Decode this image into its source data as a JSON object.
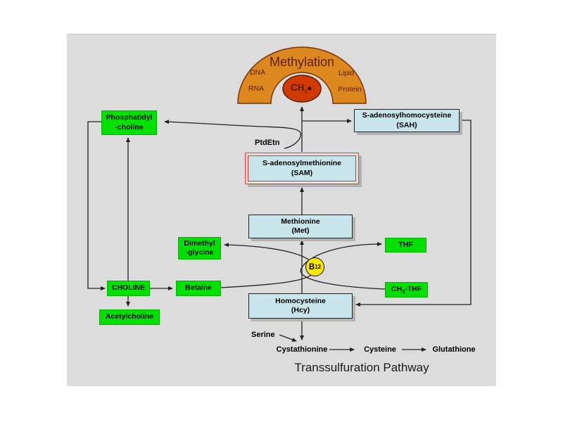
{
  "arch": {
    "title": "Methylation",
    "left_top": "DNA",
    "left_bottom": "RNA",
    "right_top": "Lipid",
    "right_bottom": "Protein"
  },
  "ch3_ellipse": {
    "pre": "CH",
    "sub": "3",
    "dot": "●"
  },
  "boxes": {
    "phosphatidylcholine": {
      "line1": "Phosphatidyl",
      "line2": "-choline"
    },
    "sah": {
      "line1": "S-adenosylhomocysteine",
      "line2": "(SAH)"
    },
    "sam": {
      "line1": "S-adenosylmethionine",
      "line2": "(SAM)"
    },
    "methionine": {
      "line1": "Methionine",
      "line2": "(Met)"
    },
    "homocysteine": {
      "line1": "Homocysteine",
      "line2": "(Hcy)"
    },
    "dimethylglycine": {
      "line1": "Dimethyl",
      "line2": "-glycine"
    },
    "betaine": {
      "label": "Betaine"
    },
    "choline": {
      "label": "CHOLINE"
    },
    "acetylcholine": {
      "label": "Acetylcholine"
    },
    "thf": {
      "label": "THF"
    },
    "ch3thf": {
      "pre": "CH",
      "sub": "3",
      "post": "-THF"
    }
  },
  "b12": {
    "pre": "B",
    "sub": "12"
  },
  "labels": {
    "ptdetn": "PtdEtn",
    "serine": "Serine",
    "cystathionine": "Cystathionine",
    "cysteine": "Cysteine",
    "glutathione": "Glutathione",
    "pathway_title": "Transsulfuration Pathway"
  },
  "colors": {
    "canvas_bg": "#dcdcdc",
    "green_box": "#00e000",
    "blue_box": "#c9e5ec",
    "sam_border_red": "#e04040",
    "arch_orange": "#dd871f",
    "ellipse_red": "#d03a00",
    "maroon_text": "#5c1d00",
    "b12_yellow": "#ffe600",
    "line": "#222222"
  }
}
